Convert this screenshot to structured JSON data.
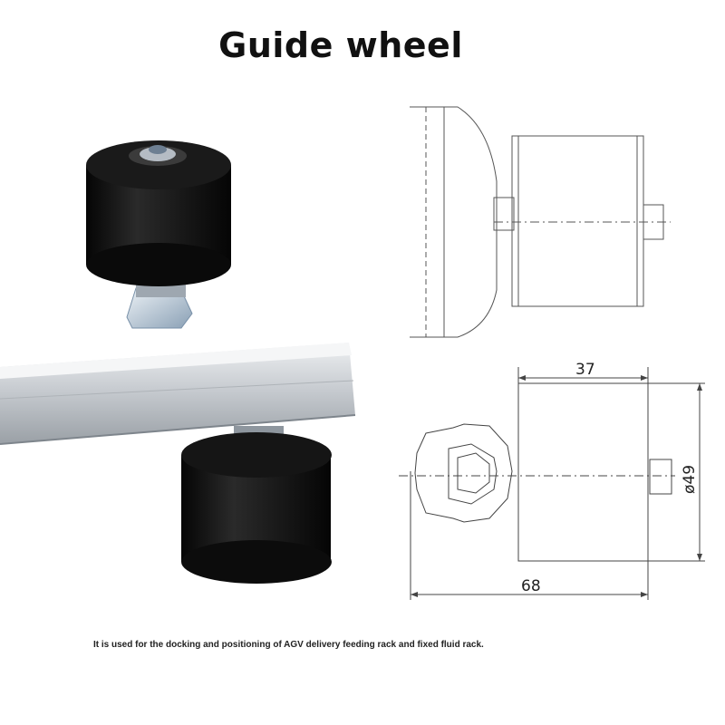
{
  "title": "Guide wheel",
  "caption": "It is used for the docking and positioning of AGV delivery feeding rack and fixed fluid rack.",
  "dimensions": {
    "width_label": "37",
    "total_label": "68",
    "diameter_label": "ø49"
  },
  "colors": {
    "wheel": "#111111",
    "rail": "#c9cdd2",
    "line": "#444444"
  }
}
